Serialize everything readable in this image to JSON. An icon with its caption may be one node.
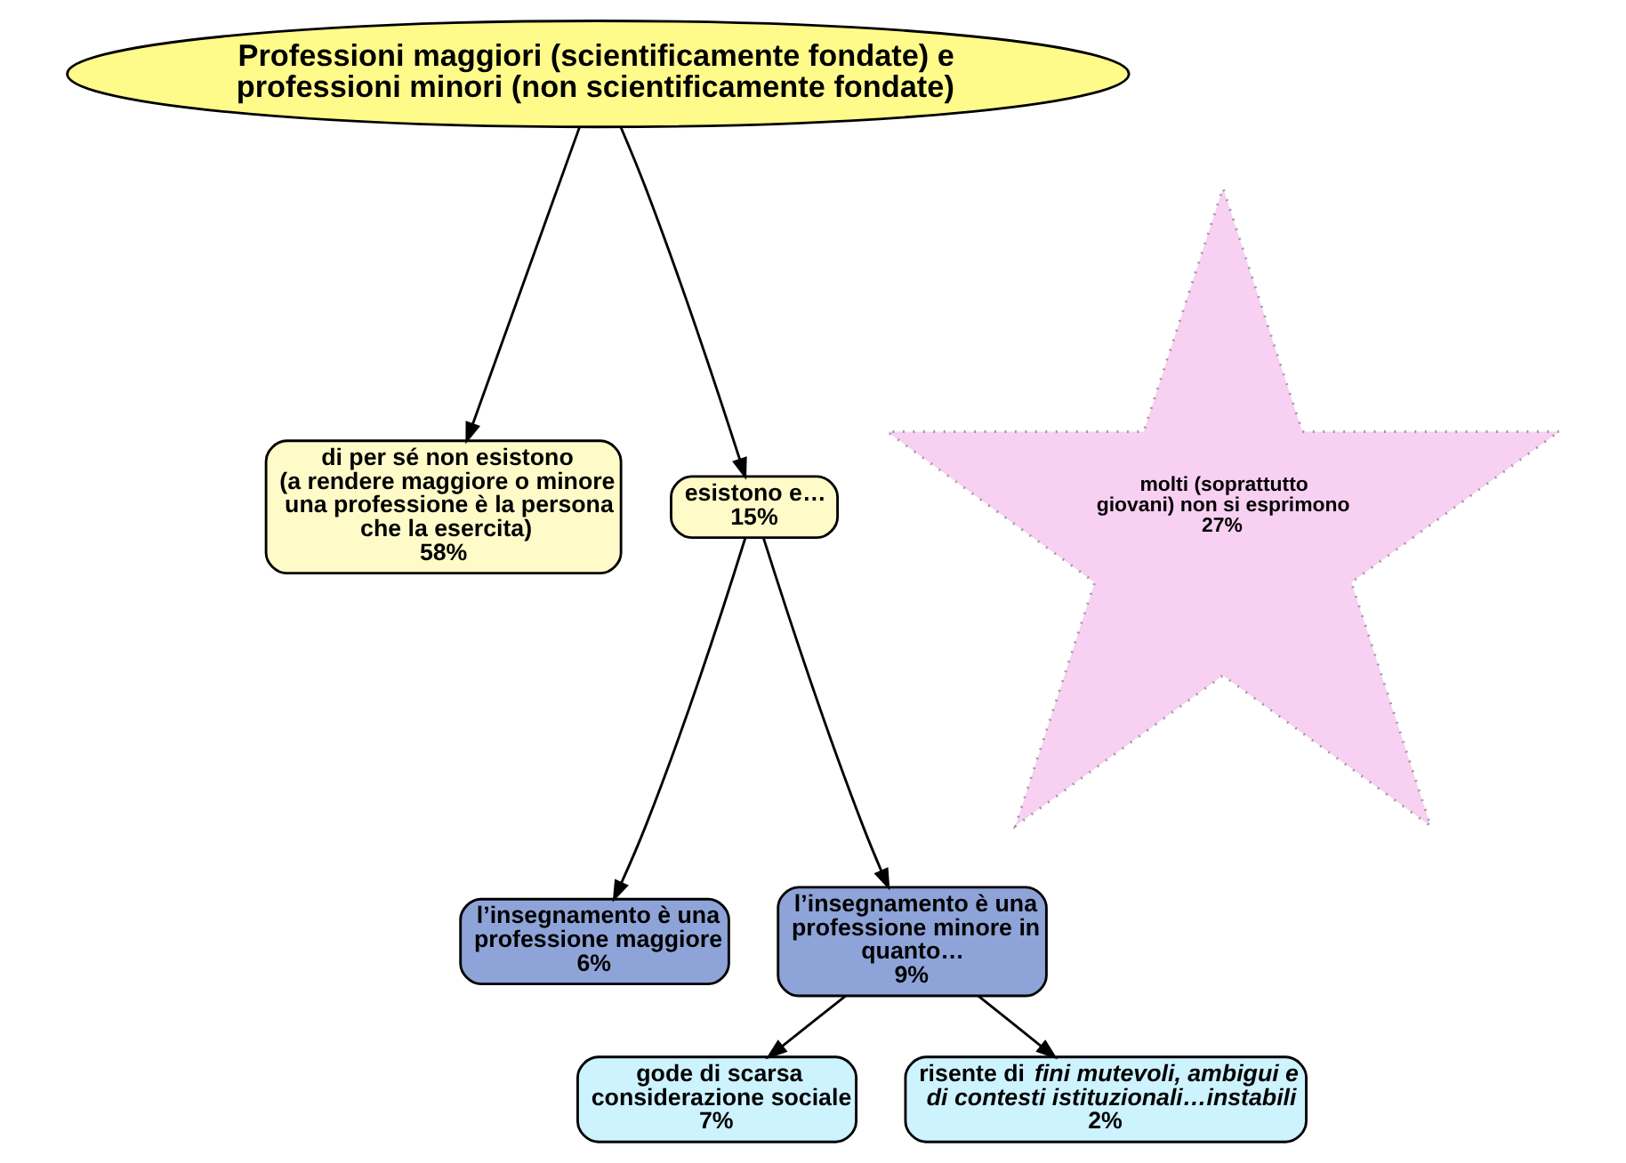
{
  "diagram": {
    "nodes": [
      {
        "text": [
          "Professioni maggiori (scientificamente fondate) e professioni minori (non scientificamente fondate)"
        ]
      },
      {
        "text": [
          "di per sé non esistono",
          "(a rendere maggiore o minore una professione è la persona che la esercita)",
          "58%"
        ]
      },
      {
        "text": [
          "molti (soprattutto giovani) non si esprimono",
          "27%"
        ]
      },
      {
        "text": [
          "esistono e…",
          "15%"
        ]
      },
      {
        "text": [
          "l’insegnamento è una professione maggiore",
          "6%"
        ]
      },
      {
        "text": [
          "l’insegnamento è una professione minore in quanto…",
          "9%"
        ]
      },
      {
        "text": [
          "gode di scarsa considerazione sociale",
          "7%"
        ]
      },
      {
        "text": [
          "risente di *fini mutevoli, ambigui e di contesti istituzionali…instabili*",
          "2%"
        ]
      }
    ],
    "edges": [
      {
        "from": 0,
        "to": 1,
        "arrow": "to"
      },
      {
        "from": 0,
        "to": 3,
        "arrow": "to"
      },
      {
        "from": 3,
        "to": 4,
        "arrow": "to"
      },
      {
        "from": 3,
        "to": 5,
        "arrow": "to"
      },
      {
        "from": 5,
        "to": 6,
        "arrow": "to"
      },
      {
        "from": 5,
        "to": 7,
        "arrow": "to"
      }
    ]
  }
}
